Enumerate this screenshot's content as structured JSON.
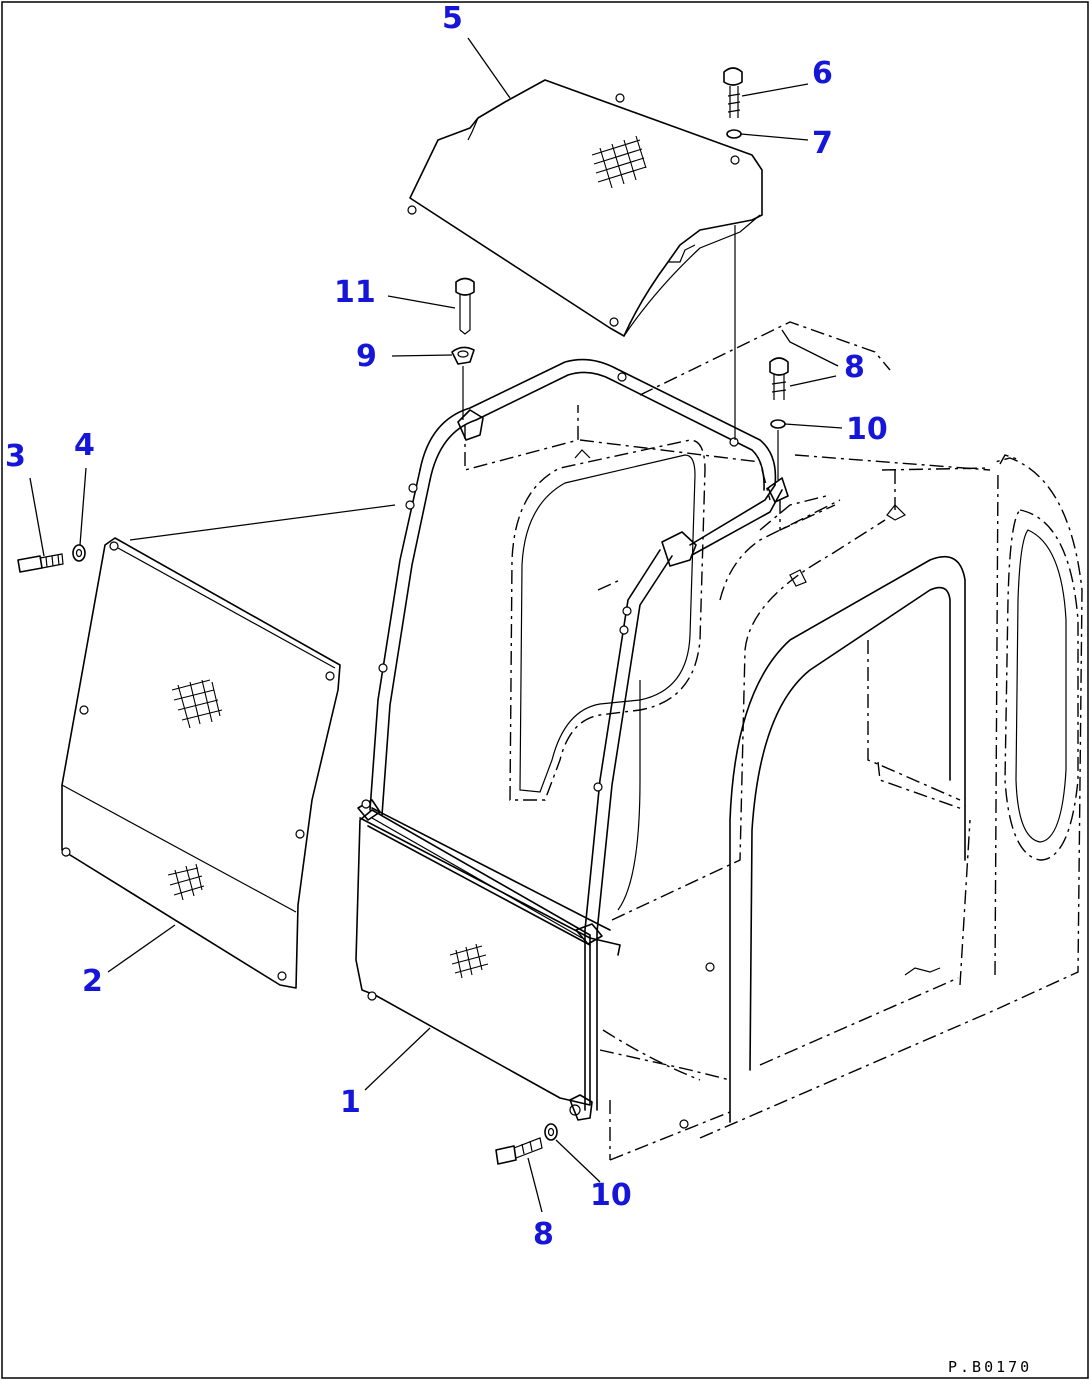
{
  "callouts": {
    "c1": "1",
    "c2": "2",
    "c3": "3",
    "c4": "4",
    "c5": "5",
    "c6": "6",
    "c7": "7",
    "c8a": "8",
    "c8b": "8",
    "c9": "9",
    "c10a": "10",
    "c10b": "10",
    "c11": "11"
  },
  "drawing_code": "P.B0170",
  "colors": {
    "callout": "#1616d8",
    "line": "#000000",
    "background": "#ffffff"
  }
}
